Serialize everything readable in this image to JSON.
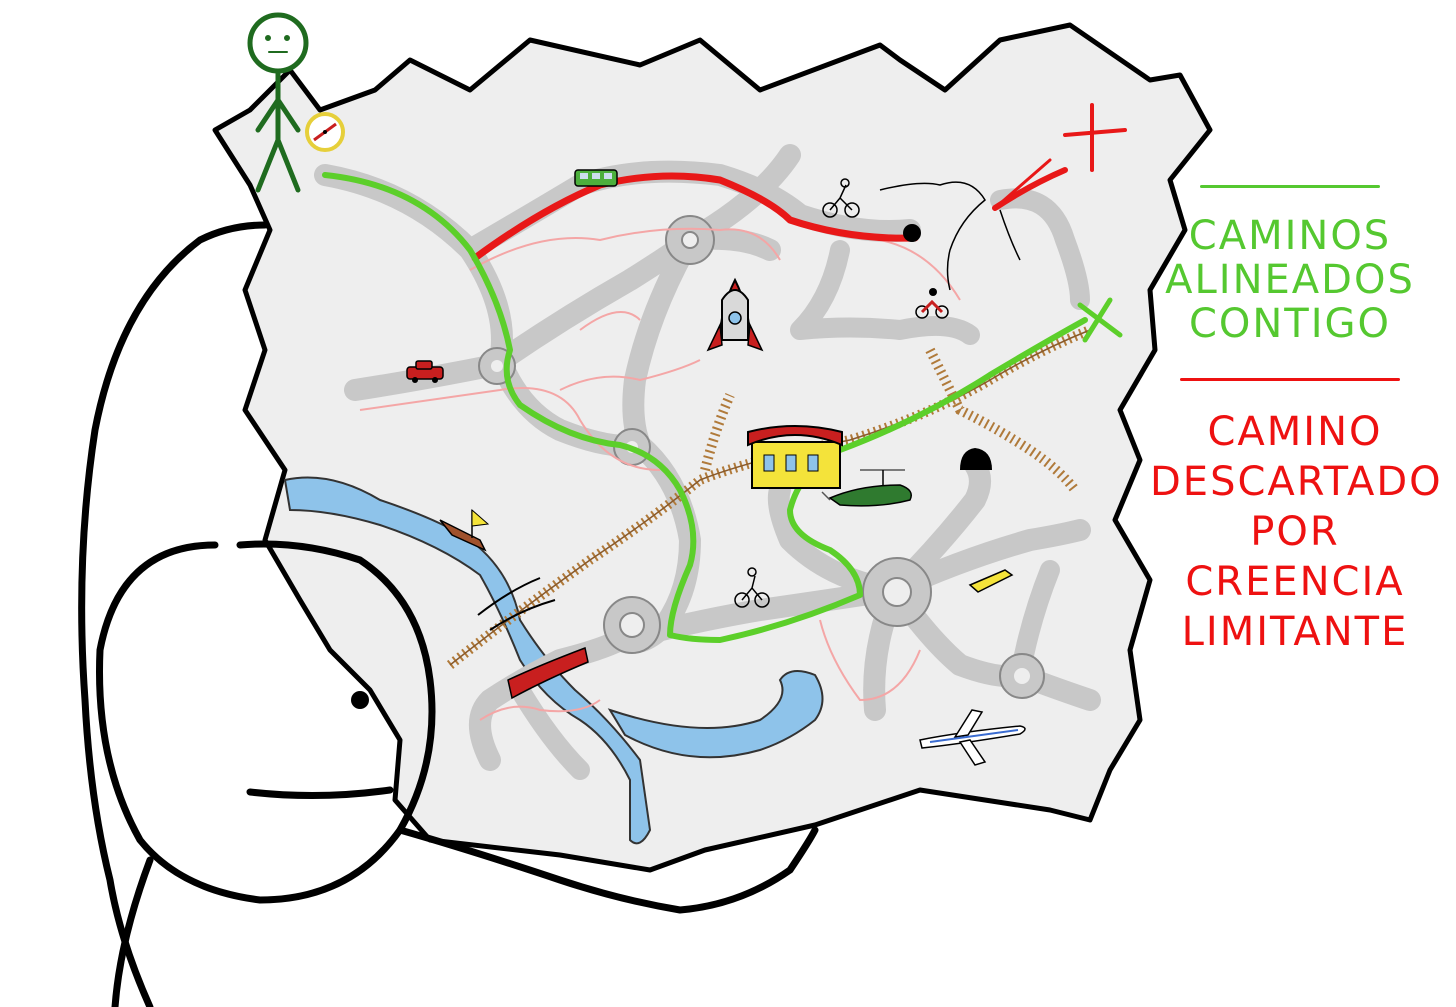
{
  "legend": {
    "green_label_lines": [
      "CAMINOS",
      "ALINEADOS",
      "CONTIGO"
    ],
    "red_label_lines": [
      "CAMINO",
      "DESCARTADO",
      "POR",
      "CREENCIA",
      "LIMITANTE"
    ]
  },
  "colors": {
    "aligned_path": "#5ccf2a",
    "discarded_path": "#e81818",
    "legend_green": "#55c830",
    "legend_red": "#ee1111",
    "map_paper": "#eeeeee",
    "road": "#c8c8c8",
    "river": "#8ec3ea",
    "rail": "#b07a3a",
    "explorer": "#1f6b1f",
    "compass": "#e6cf3a",
    "outline": "#000000"
  },
  "icons": [
    "explorer-figure",
    "compass-icon",
    "rocket-icon",
    "car-icon",
    "bus-icon",
    "bicycle-icon",
    "motorbike-icon",
    "helicopter-icon",
    "airplane-icon",
    "boat-icon",
    "train-station-icon",
    "tunnel-icon",
    "bridge-icon",
    "start-marker",
    "end-marker-x"
  ]
}
